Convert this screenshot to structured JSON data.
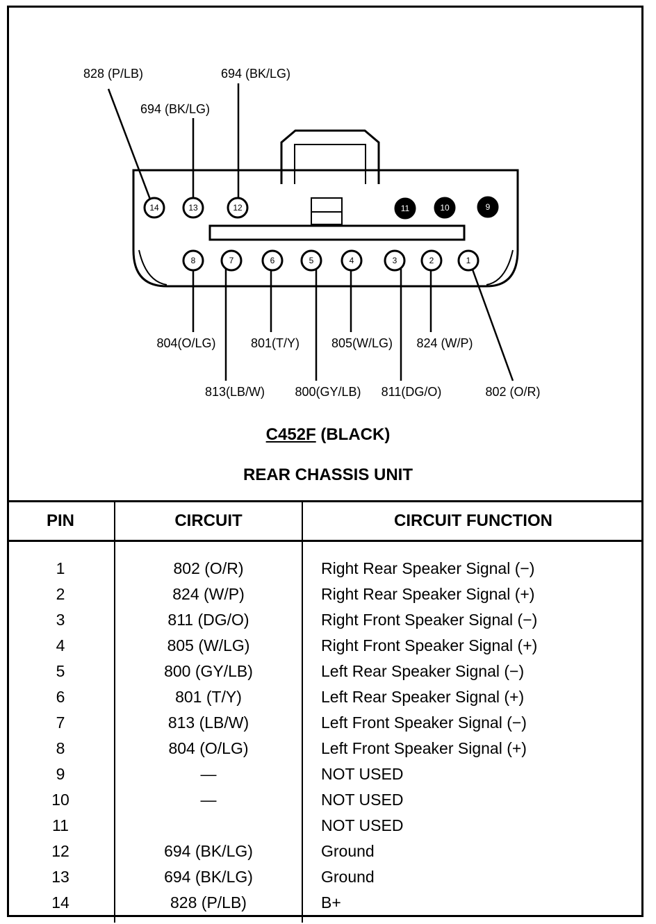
{
  "connector": {
    "code": "C452F",
    "color": "(BLACK)",
    "unit": "REAR CHASSIS UNIT"
  },
  "top_labels": [
    {
      "pin": 14,
      "text": "828 (P/LB)"
    },
    {
      "pin": 13,
      "text": "694 (BK/LG)"
    },
    {
      "pin": 12,
      "text": "694 (BK/LG)"
    }
  ],
  "bottom_labels": [
    {
      "pin": 8,
      "text": "804(O/LG)"
    },
    {
      "pin": 7,
      "text": "813(LB/W)"
    },
    {
      "pin": 6,
      "text": "801(T/Y)"
    },
    {
      "pin": 5,
      "text": "800(GY/LB)"
    },
    {
      "pin": 4,
      "text": "805(W/LG)"
    },
    {
      "pin": 3,
      "text": "811(DG/O)"
    },
    {
      "pin": 2,
      "text": "824 (W/P)"
    },
    {
      "pin": 1,
      "text": "802 (O/R)"
    }
  ],
  "pins_top": [
    "14",
    "13",
    "12",
    "11",
    "10",
    "9"
  ],
  "pins_bottom": [
    "8",
    "7",
    "6",
    "5",
    "4",
    "3",
    "2",
    "1"
  ],
  "table": {
    "headers": [
      "PIN",
      "CIRCUIT",
      "CIRCUIT FUNCTION"
    ],
    "rows": [
      {
        "pin": "1",
        "circuit": "802 (O/R)",
        "function": "Right Rear Speaker Signal (−)"
      },
      {
        "pin": "2",
        "circuit": "824 (W/P)",
        "function": "Right Rear Speaker Signal (+)"
      },
      {
        "pin": "3",
        "circuit": "811 (DG/O)",
        "function": "Right Front Speaker Signal (−)"
      },
      {
        "pin": "4",
        "circuit": "805 (W/LG)",
        "function": "Right Front Speaker Signal (+)"
      },
      {
        "pin": "5",
        "circuit": "800 (GY/LB)",
        "function": "Left Rear Speaker Signal (−)"
      },
      {
        "pin": "6",
        "circuit": "801 (T/Y)",
        "function": "Left Rear Speaker Signal (+)"
      },
      {
        "pin": "7",
        "circuit": "813 (LB/W)",
        "function": "Left Front Speaker Signal (−)"
      },
      {
        "pin": "8",
        "circuit": "804 (O/LG)",
        "function": "Left Front Speaker Signal (+)"
      },
      {
        "pin": "9",
        "circuit": "—",
        "function": "NOT USED"
      },
      {
        "pin": "10",
        "circuit": "—",
        "function": "NOT USED"
      },
      {
        "pin": "11",
        "circuit": "",
        "function": "NOT USED"
      },
      {
        "pin": "12",
        "circuit": "694 (BK/LG)",
        "function": "Ground"
      },
      {
        "pin": "13",
        "circuit": "694 (BK/LG)",
        "function": "Ground"
      },
      {
        "pin": "14",
        "circuit": "828 (P/LB)",
        "function": "B+"
      }
    ]
  }
}
